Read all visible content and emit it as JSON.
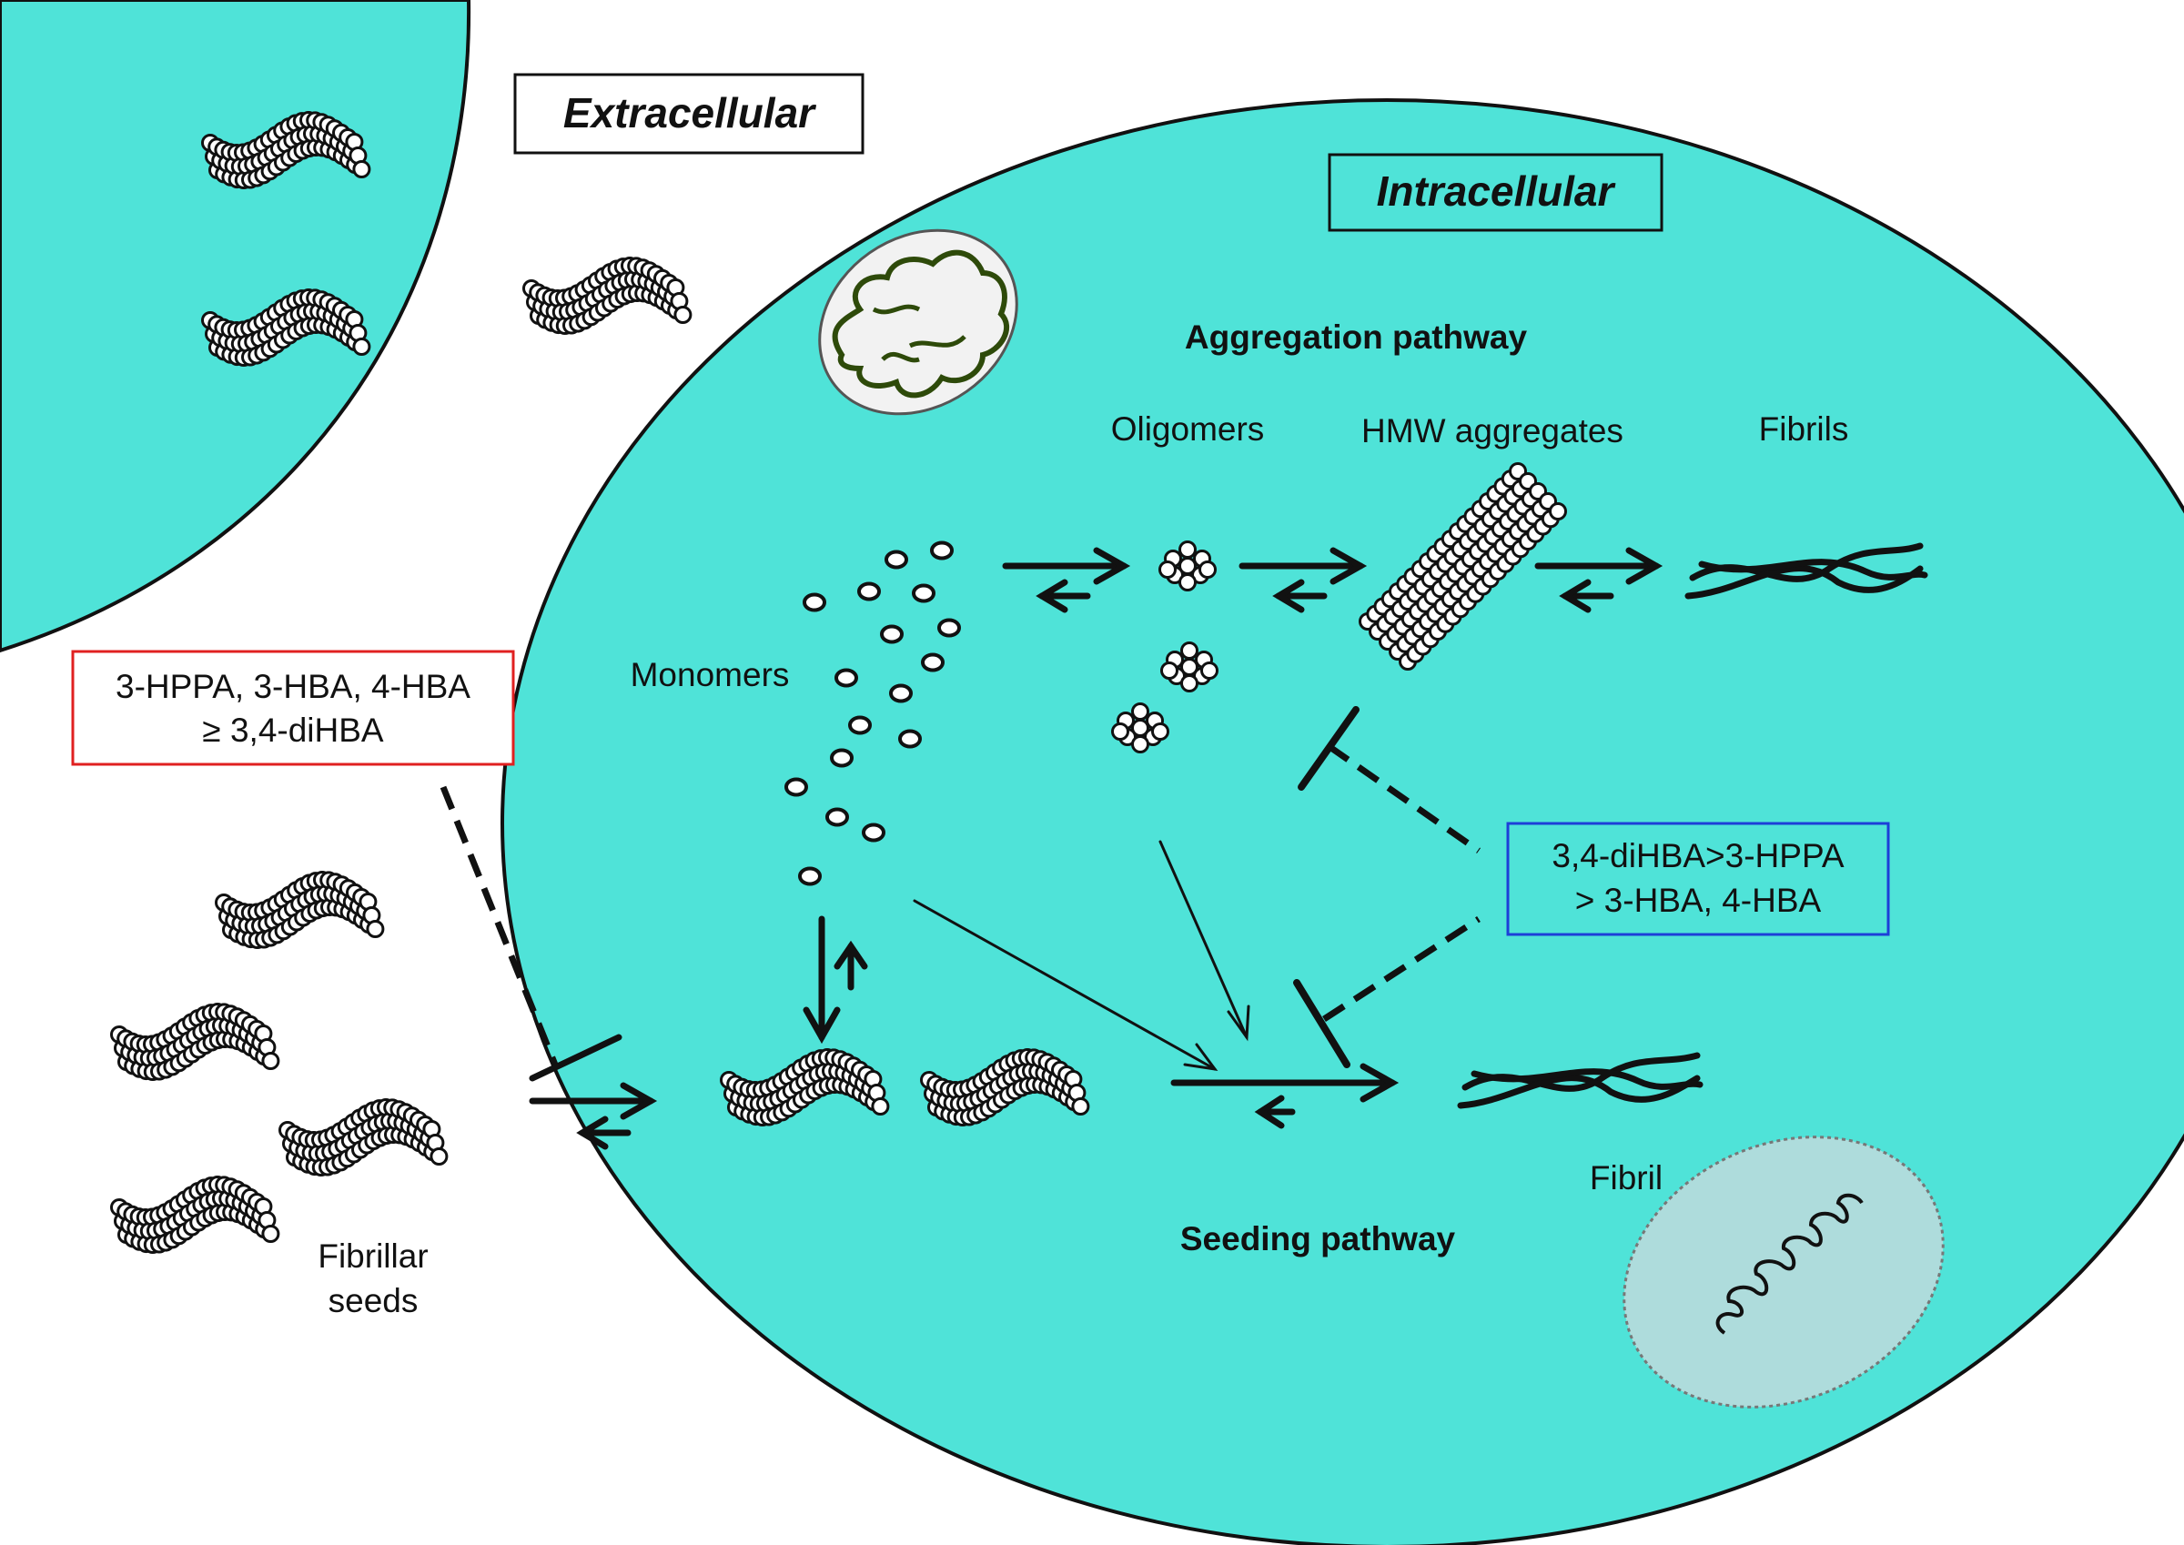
{
  "labels": {
    "extracellular": "Extracellular",
    "intracellular": "Intracellular",
    "aggregation_pathway": "Aggregation pathway",
    "oligomers": "Oligomers",
    "hmw_aggregates": "HMW aggregates",
    "fibrils": "Fibrils",
    "monomers": "Monomers",
    "seeding_pathway": "Seeding pathway",
    "fibril": "Fibril",
    "fibrillar_seeds_line1": "Fibrillar",
    "fibrillar_seeds_line2": "seeds"
  },
  "extracellular_inhibitors": {
    "line1": "3-HPPA, 3-HBA, 4-HBA",
    "line2": "≥ 3,4-diHBA",
    "border_color": "#e02020"
  },
  "intracellular_inhibitors": {
    "line1": "3,4-diHBA>3-HPPA",
    "line2": "> 3-HBA, 4-HBA",
    "border_color": "#1d3fd8"
  },
  "colors": {
    "cell_fill": "#4fe3d8",
    "mitochondrion_outline": "#2e4a0a",
    "vesicle_fill": "#aedcdc"
  }
}
